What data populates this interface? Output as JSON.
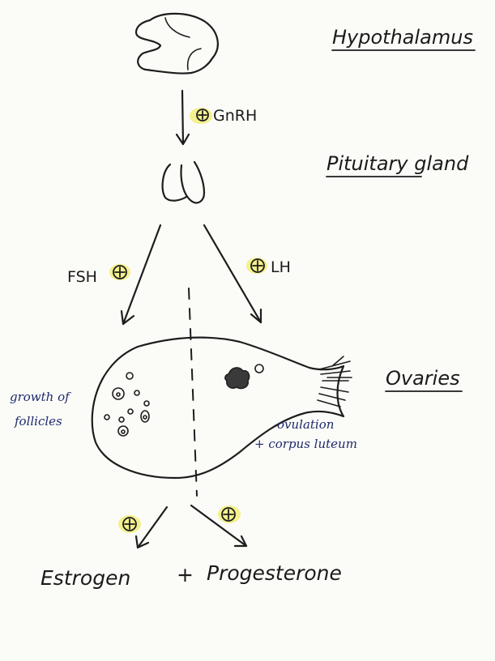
{
  "organs": {
    "hypothalamus": "Hypothalamus",
    "pituitary": "Pituitary gland",
    "ovaries": "Ovaries"
  },
  "hormones": {
    "gnrh": "GnRH",
    "fsh": "FSH",
    "lh": "LH"
  },
  "notes": {
    "follicles_line1": "growth of",
    "follicles_line2": "follicles",
    "ovulation_line1": "ovulation",
    "ovulation_line2": "+ corpus luteum"
  },
  "products": {
    "estrogen": "Estrogen",
    "plus": "+",
    "progesterone": "Progesterone"
  },
  "stimulation_symbol": "+",
  "colors": {
    "ink": "#1d1d1d",
    "note_ink": "#1f2a6b",
    "highlight": "#f1ec6a",
    "paper": "#fbfbf8"
  }
}
